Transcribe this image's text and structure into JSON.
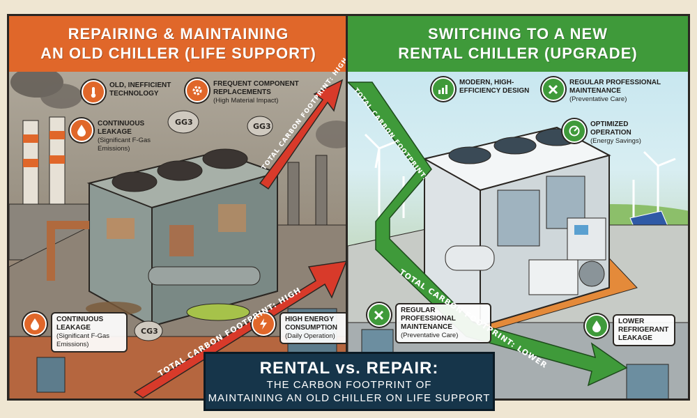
{
  "left_panel": {
    "banner_line1": "REPAIRING & MAINTAINING",
    "banner_line2": "AN OLD CHILLER (LIFE SUPPORT)",
    "callouts": {
      "old_tech": {
        "title": "OLD, INEFFICIENT TECHNOLOGY",
        "sub": ""
      },
      "leakage_top": {
        "title": "CONTINUOUS LEAKAGE",
        "sub": "(Significant F-Gas Emissions)"
      },
      "replacements": {
        "title": "FREQUENT COMPONENT REPLACEMENTS",
        "sub": "(High Material Impact)"
      },
      "leakage_bottom": {
        "title": "CONTINUOUS LEAKAGE",
        "sub": "(Significant F-Gas Emissions)"
      },
      "energy": {
        "title": "HIGH ENERGY CONSUMPTION",
        "sub": "(Daily Operation)"
      }
    },
    "arrow_upper_label": "TOTAL CARBON FOOTPRINT: HIGH",
    "arrow_lower_label": "TOTAL CARBON FOOTPRINT: HIGH",
    "gas_labels": [
      "GG3",
      "GG3",
      "CG3"
    ]
  },
  "right_panel": {
    "banner_line1": "SWITCHING TO A NEW",
    "banner_line2": "RENTAL CHILLER (UPGRADE)",
    "callouts": {
      "modern": {
        "title": "MODERN, HIGH-EFFICIENCY DESIGN",
        "sub": ""
      },
      "maintenance_top": {
        "title": "REGULAR PROFESSIONAL MAINTENANCE",
        "sub": "(Preventative Care)"
      },
      "optimized": {
        "title": "OPTIMIZED OPERATION",
        "sub": "(Energy Savings)"
      },
      "maintenance_bottom": {
        "title": "REGULAR PROFESSIONAL MAINTENANCE",
        "sub": "(Preventative Care)"
      },
      "lower_leakage": {
        "title": "LOWER REFRIGERANT LEAKAGE",
        "sub": ""
      }
    },
    "arrow_upper_label": "TOTAL CARBON FOOTPRINT:",
    "arrow_lower_label": "TOTAL CARBON FOOTPRINT: LOWER"
  },
  "bottom_title": {
    "line1": "RENTAL vs. REPAIR:",
    "line2": "THE CARBON FOOTPRINT OF",
    "line3": "MAINTAINING AN OLD CHILLER ON LIFE SUPPORT"
  },
  "colors": {
    "orange": "#e0672a",
    "green": "#3f9a3a",
    "red_arrow": "#d83a2a",
    "navy": "#16354a"
  }
}
